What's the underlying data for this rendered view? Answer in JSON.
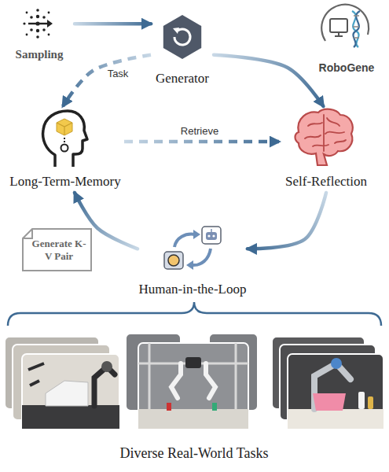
{
  "diagram": {
    "nodes": [
      {
        "text": [
          "Sampling"
        ]
      },
      {
        "text": [
          "Generator"
        ]
      },
      {
        "text": [
          "Long-Term-Memory"
        ]
      },
      {
        "text": [
          "Self-Reflection"
        ]
      },
      {
        "text": [
          "Generate K-V Pair"
        ]
      },
      {
        "text": [
          "Human-in-the-Loop"
        ]
      }
    ],
    "edges": [
      {
        "from": 0,
        "to": 1,
        "arrow": "to"
      },
      {
        "from": 1,
        "to": 2,
        "label": "Task",
        "arrow": "to"
      },
      {
        "from": 1,
        "to": 3,
        "arrow": "to"
      },
      {
        "from": 2,
        "to": 3,
        "label": "Retrieve",
        "arrow": "to"
      },
      {
        "from": 3,
        "to": 5,
        "arrow": "to"
      },
      {
        "from": 5,
        "to": 2,
        "arrow": "to"
      }
    ],
    "labels": [
      "RoboGene",
      "Diverse Real-World Tasks"
    ]
  }
}
